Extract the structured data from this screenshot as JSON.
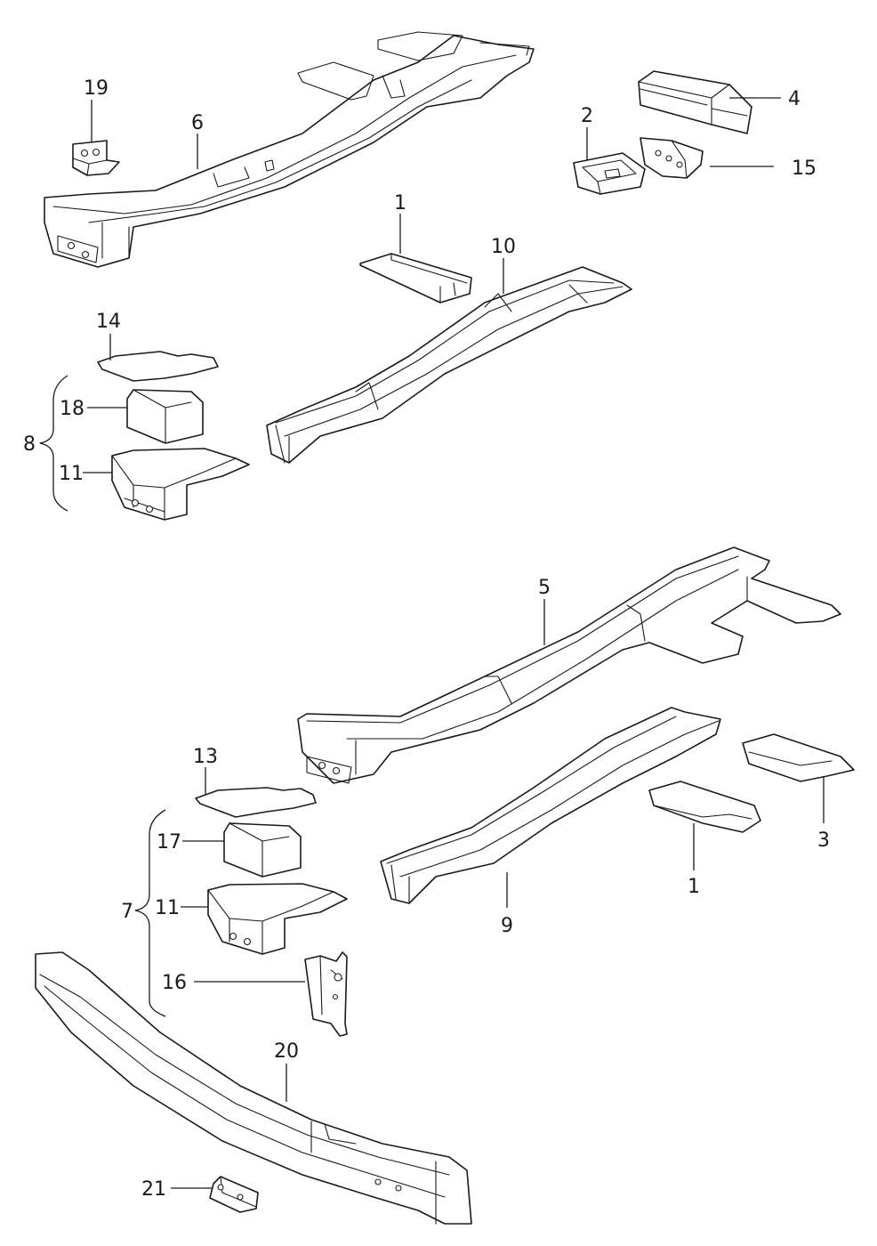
{
  "diagram": {
    "callouts": [
      {
        "id": "c19",
        "text": "19"
      },
      {
        "id": "c6",
        "text": "6"
      },
      {
        "id": "c2",
        "text": "2"
      },
      {
        "id": "c4",
        "text": "4"
      },
      {
        "id": "c15",
        "text": "15"
      },
      {
        "id": "c1a",
        "text": "1"
      },
      {
        "id": "c10",
        "text": "10"
      },
      {
        "id": "c14",
        "text": "14"
      },
      {
        "id": "c18",
        "text": "18"
      },
      {
        "id": "c8",
        "text": "8"
      },
      {
        "id": "c11a",
        "text": "11"
      },
      {
        "id": "c5",
        "text": "5"
      },
      {
        "id": "c13",
        "text": "13"
      },
      {
        "id": "c17",
        "text": "17"
      },
      {
        "id": "c7",
        "text": "7"
      },
      {
        "id": "c11b",
        "text": "11"
      },
      {
        "id": "c16",
        "text": "16"
      },
      {
        "id": "c1b",
        "text": "1"
      },
      {
        "id": "c3",
        "text": "3"
      },
      {
        "id": "c9",
        "text": "9"
      },
      {
        "id": "c20",
        "text": "20"
      },
      {
        "id": "c21",
        "text": "21"
      }
    ]
  }
}
